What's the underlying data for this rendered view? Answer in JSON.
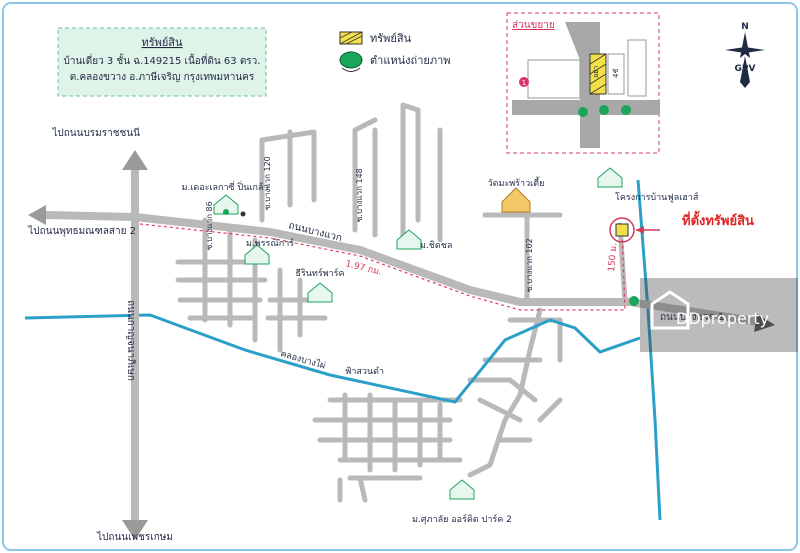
{
  "property_box": {
    "title": "ทรัพย์สิน",
    "line1": "บ้านเดี่ยว 3 ชั้น ฉ.149215 เนื้อที่ดิน 63 ตรว.",
    "line2": "ต.คลองขวาง อ.ภาษีเจริญ กรุงเทพมหานคร"
  },
  "legend": {
    "asset": "ทรัพย์สิน",
    "photo_spot": "ตำแหน่งถ่ายภาพ"
  },
  "inset": {
    "title": "ส่วนขยาย",
    "marker": "1",
    "road_a": "อย่า",
    "road_b": "4ชั"
  },
  "compass": {
    "north": "N",
    "brand": "GPV"
  },
  "roads": {
    "to_borommaratchachonnani": "ไปถนนบรมราชชนนี",
    "to_phutthamonthon": "ไปถนนพุทธมณฑลสาย 2",
    "to_phetkasem": "ไปถนนเพชรเกษม",
    "kanchanaphisek": "ถนนกาญจนาภิเษก",
    "bang_waek": "ถนนบางแวก",
    "soi_120": "ซ.บางแวก 120",
    "soi_148": "ซ.บางแวก 148",
    "soi_102": "ซ.บางแวก 102",
    "soi_left": "ซ.บางแวก 86",
    "khlong": "คลองบางไผ่",
    "bang_waek_right": "ถนนบางแวก 1"
  },
  "places": {
    "the_legacy": "ม.เดอะเลกาซี่ ปิ่นเกล้า",
    "phornnicha": "ม.พรรณิการ์",
    "chidchol": "ม.ชิดชล",
    "wat": "วัดมะพร้าวเตี้ย",
    "project": "โครงการบ้านฟูลเฮาส์",
    "sirin": "ธีรินทร์พาร์ค",
    "fah_sai": "ฟ้าสวนดำ",
    "supalai": "ม.ศุภาลัย ออร์คิด ปาร์ค 2"
  },
  "distances": {
    "main": "1.97 กม.",
    "short": "150 ม."
  },
  "callout": "ที่ตั้งทรัพย์สิน",
  "watermark": "DDproperty",
  "colors": {
    "border": "#8ec5e8",
    "road": "#b9b9b9",
    "canal": "#2aa0c8",
    "accent": "#e02424",
    "route": "#e04060"
  }
}
